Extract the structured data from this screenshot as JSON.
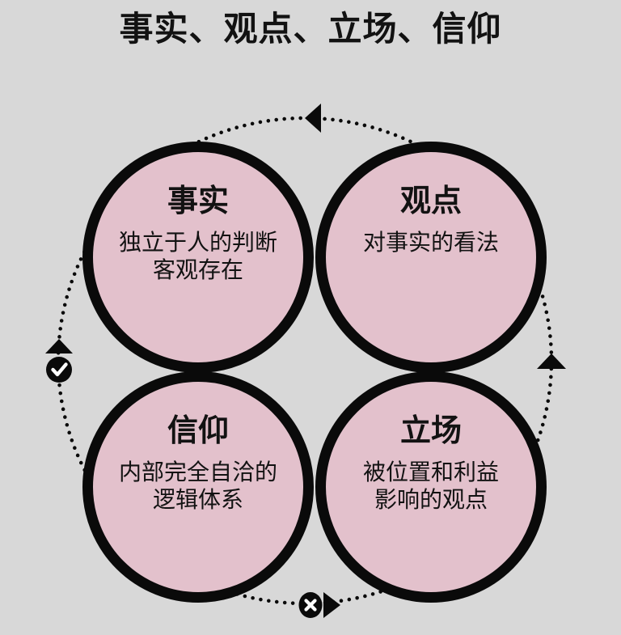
{
  "title": "事实、观点、立场、信仰",
  "colors": {
    "background": "#d8d8d8",
    "circle_fill": "#e3c1cc",
    "stroke": "#0a0a0a",
    "glyph": "#ffffff",
    "text": "#121212"
  },
  "circles": [
    {
      "key": "facts",
      "title": "事实",
      "desc_lines": [
        "独立于人的判断",
        "客观存在"
      ]
    },
    {
      "key": "opinion",
      "title": "观点",
      "desc_lines": [
        "对事实的看法"
      ]
    },
    {
      "key": "belief",
      "title": "信仰",
      "desc_lines": [
        "内部完全自洽的",
        "逻辑体系"
      ]
    },
    {
      "key": "stance",
      "title": "立场",
      "desc_lines": [
        "被位置和利益",
        "影响的观点"
      ]
    }
  ],
  "ring": {
    "style": "dotted",
    "arrows": [
      {
        "position": "top",
        "direction": "left"
      },
      {
        "position": "right",
        "direction": "up"
      },
      {
        "position": "left",
        "direction": "up"
      },
      {
        "position": "bottom",
        "direction": "right"
      }
    ],
    "badges": [
      {
        "position": "left",
        "icon": "check"
      },
      {
        "position": "bottom",
        "icon": "cross"
      }
    ]
  }
}
